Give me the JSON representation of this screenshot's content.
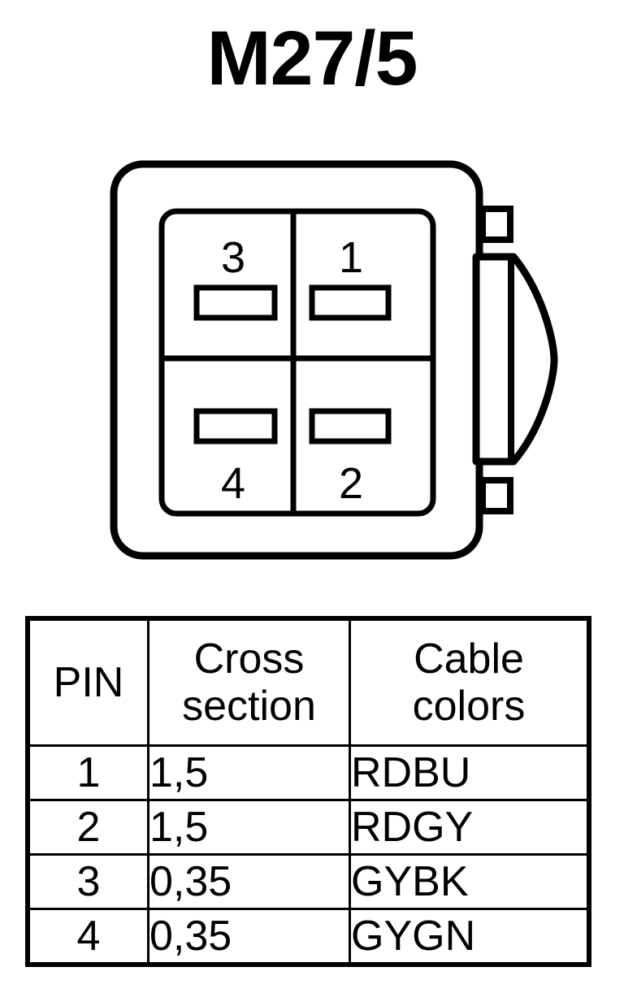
{
  "title": "M27/5",
  "connector": {
    "label": "connector-face-view",
    "cavities": [
      {
        "position": "top-left",
        "pin": "3"
      },
      {
        "position": "top-right",
        "pin": "1"
      },
      {
        "position": "bottom-left",
        "pin": "4"
      },
      {
        "position": "bottom-right",
        "pin": "2"
      }
    ],
    "latch": {
      "top_tab": "latch-tab-top",
      "bottom_tab": "latch-tab-bottom",
      "arm": "latch-arm"
    },
    "stroke_color": "#000000",
    "fill_color": "#ffffff"
  },
  "table": {
    "headers": [
      {
        "lines": [
          "PIN"
        ]
      },
      {
        "lines": [
          "Cross",
          "section"
        ]
      },
      {
        "lines": [
          "Cable",
          "colors"
        ]
      }
    ],
    "rows": [
      {
        "pin": "1",
        "cross_section": "1,5",
        "cable_colors": "RDBU"
      },
      {
        "pin": "2",
        "cross_section": "1,5",
        "cable_colors": "RDGY"
      },
      {
        "pin": "3",
        "cross_section": "0,35",
        "cable_colors": "GYBK"
      },
      {
        "pin": "4",
        "cross_section": "0,35",
        "cable_colors": "GYGN"
      }
    ]
  }
}
